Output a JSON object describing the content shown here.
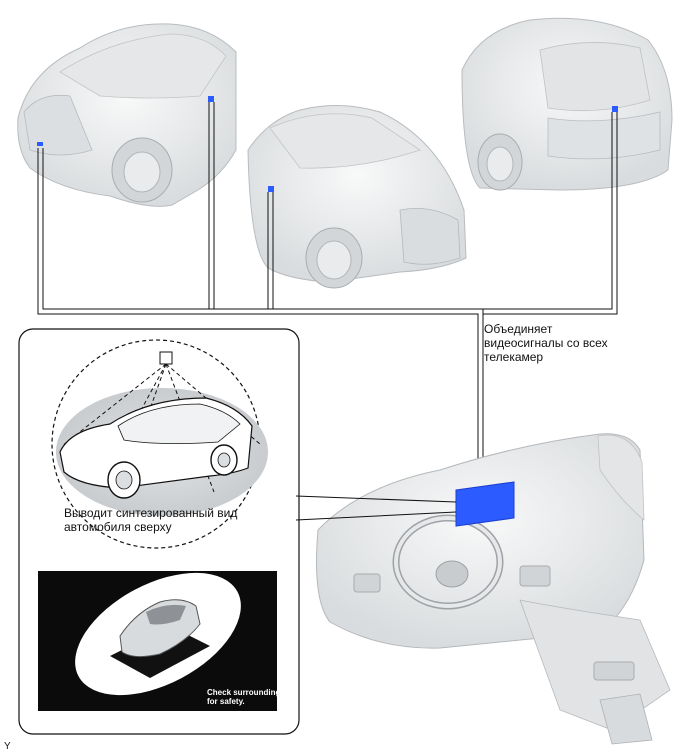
{
  "labels": {
    "merge_line1": "Объединяет",
    "merge_line2": "видеосигналы со всех",
    "merge_line3": "телекамер",
    "overview_line1": "Выводит синтезированный вид",
    "overview_line2": "автомобиля сверху"
  },
  "screen_text": {
    "line1": "Check surroundings",
    "line2": "for safety."
  },
  "corner_code": "Y",
  "colors": {
    "highlight": "#2c5cff",
    "car_fill": "#eceeef",
    "line": "#111111",
    "screen_bg": "#0b0b0b"
  }
}
